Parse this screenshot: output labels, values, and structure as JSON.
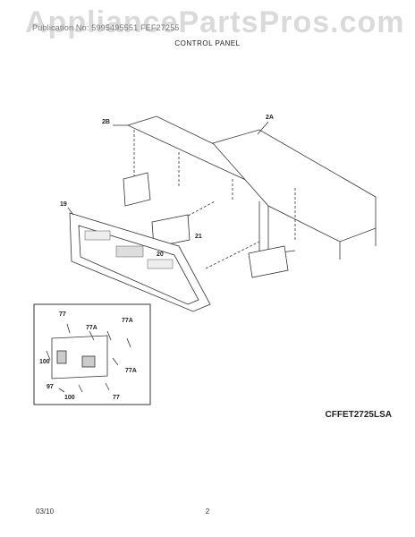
{
  "header": {
    "publication_line": "Publication No: 5995495551 FEF27255",
    "section_title": "CONTROL PANEL",
    "watermark": "AppliancePartsPros.com"
  },
  "parts": {
    "p2A": "2A",
    "p2B": "2B",
    "p19": "19",
    "p20": "20",
    "p21": "21",
    "p77_top": "77",
    "p77A_left": "77A",
    "p77A_top": "77A",
    "p77A_right": "77A",
    "p77_bottom": "77",
    "p100_left": "100",
    "p100_bottom": "100",
    "p97": "97"
  },
  "model_number": "CFFET2725LSA",
  "footer": {
    "date": "03/10",
    "page": "2"
  }
}
